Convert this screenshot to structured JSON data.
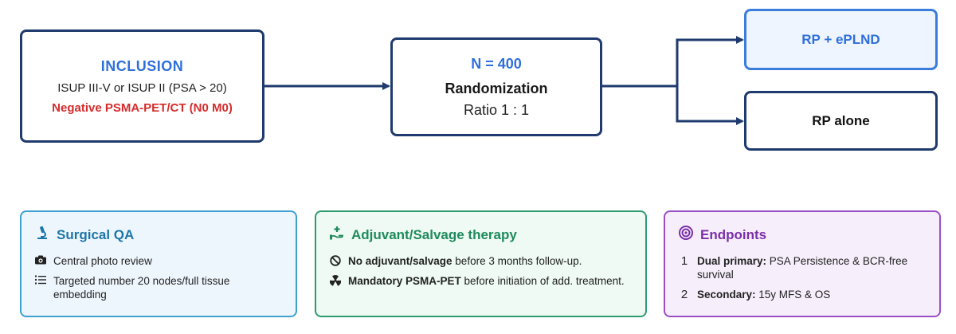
{
  "inclusion": {
    "title": "INCLUSION",
    "criteria": "ISUP III-V or ISUP II (PSA > 20)",
    "negative": "Negative PSMA-PET/CT (N0 M0)"
  },
  "randomization": {
    "n": "N = 400",
    "title": "Randomization",
    "ratio": "Ratio 1 : 1"
  },
  "arms": {
    "a": "RP + ePLND",
    "b": "RP alone"
  },
  "cards": {
    "qa": {
      "title": "Surgical QA",
      "icon": "microscope-icon",
      "items": [
        {
          "icon": "camera-icon",
          "text": "Central photo review"
        },
        {
          "icon": "list-icon",
          "text": "Targeted number 20 nodes/full tissue embedding"
        }
      ]
    },
    "adjuvant": {
      "title": "Adjuvant/Salvage therapy",
      "icon": "hand-plus-icon",
      "items": [
        {
          "icon": "no-entry-icon",
          "bold": "No adjuvant/salvage",
          "text": " before 3 months follow-up."
        },
        {
          "icon": "radiation-icon",
          "bold": "Mandatory PSMA-PET",
          "text": " before initiation of add. treatment."
        }
      ]
    },
    "endpoints": {
      "title": "Endpoints",
      "icon": "target-icon",
      "items": [
        {
          "num": "1",
          "bold": "Dual primary:",
          "text": " PSA Persistence & BCR-free survival"
        },
        {
          "num": "2",
          "bold": "Secondary:",
          "text": " 15y MFS & OS"
        }
      ]
    }
  },
  "colors": {
    "box_border": "#1f3a6e",
    "accent_blue": "#2f6fdc",
    "negative_red": "#d62b2b",
    "qa": "#3ea0cf",
    "adjuvant": "#2e9c70",
    "endpoints": "#9b4fc4"
  }
}
